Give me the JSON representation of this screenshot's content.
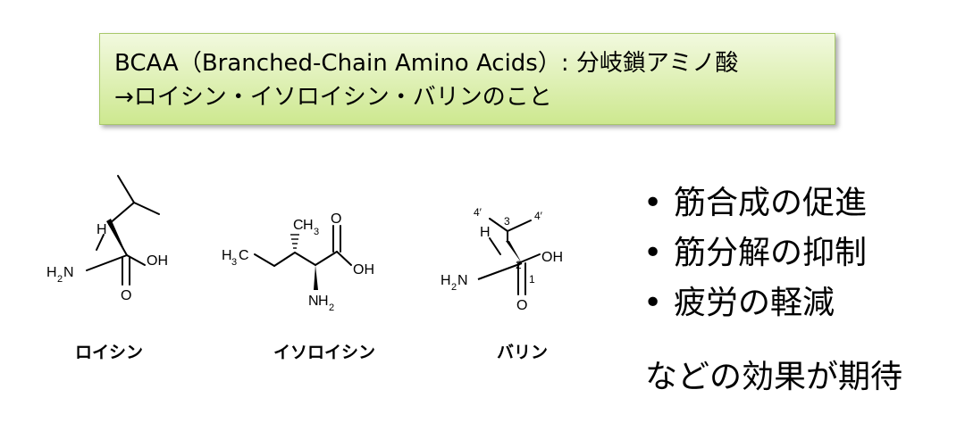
{
  "header": {
    "line1": "BCAA（Branched-Chain Amino Acids）: 分岐鎖アミノ酸",
    "line2": "→ロイシン・イソロイシン・バリンのこと"
  },
  "molecules": [
    {
      "name": "ロイシン"
    },
    {
      "name": "イソロイシン"
    },
    {
      "name": "バリン"
    }
  ],
  "structure_labels": {
    "H": "H",
    "N": "N",
    "O": "O",
    "OH": "OH",
    "C": "C",
    "sub2": "2",
    "sub3": "3",
    "c1": "1",
    "c2": "2",
    "c3": "3",
    "c4": "4′"
  },
  "effects": {
    "bullet": "•",
    "items": [
      "筋合成の促進",
      "筋分解の抑制",
      "疲労の軽減"
    ]
  },
  "footer": "などの効果が期待"
}
